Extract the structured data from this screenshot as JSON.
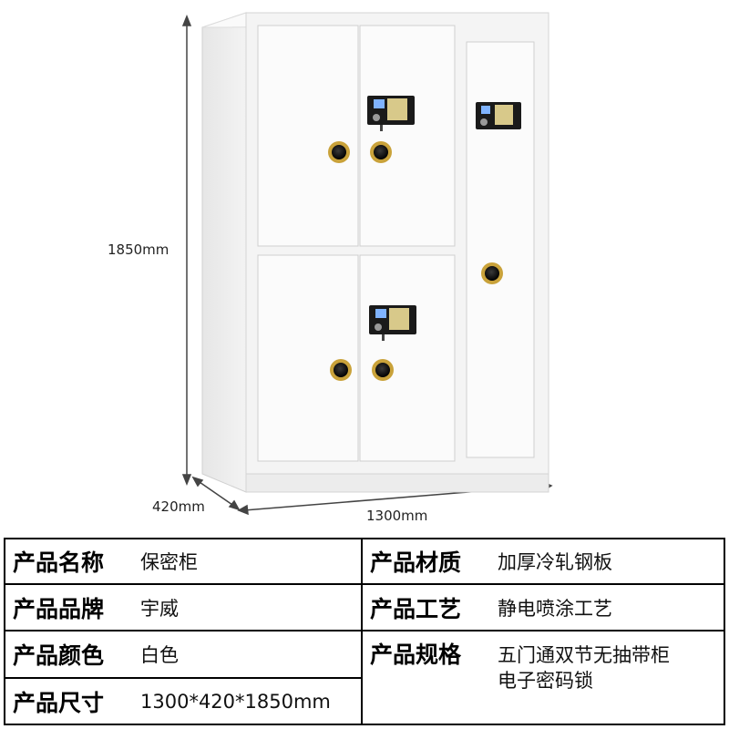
{
  "dimensions": {
    "height": "1850mm",
    "depth": "420mm",
    "width": "1300mm"
  },
  "specs": {
    "name": {
      "label": "产品名称",
      "value": "保密柜"
    },
    "material": {
      "label": "产品材质",
      "value": "加厚冷轧钢板"
    },
    "brand": {
      "label": "产品品牌",
      "value": "宇威"
    },
    "process": {
      "label": "产品工艺",
      "value": "静电喷涂工艺"
    },
    "color": {
      "label": "产品颜色",
      "value": "白色"
    },
    "specification": {
      "label": "产品规格",
      "value_line1": "五门通双节无抽带柜",
      "value_line2": "电子密码锁"
    },
    "size": {
      "label": "产品尺寸",
      "value": "1300*420*1850mm"
    }
  },
  "colors": {
    "cabinet": "#f4f4f4",
    "knob_gold": "#c9a23a",
    "lock_panel": "#1a1a1a",
    "keypad": "#d8c98a"
  }
}
